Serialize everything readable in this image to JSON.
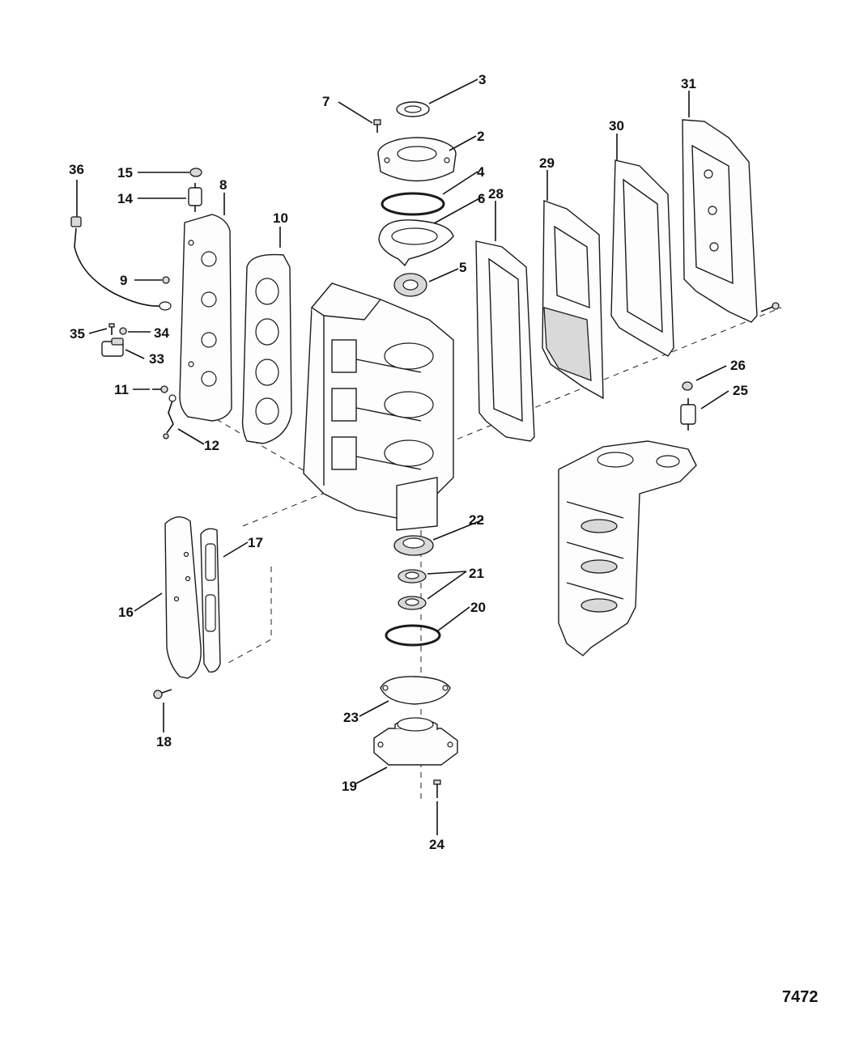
{
  "diagram": {
    "reference_number": "7472",
    "callouts": [
      "2",
      "3",
      "4",
      "5",
      "6",
      "7",
      "8",
      "9",
      "10",
      "11",
      "12",
      "14",
      "15",
      "16",
      "17",
      "18",
      "19",
      "20",
      "21",
      "22",
      "23",
      "24",
      "25",
      "26",
      "28",
      "29",
      "30",
      "31",
      "33",
      "34",
      "35",
      "36"
    ]
  }
}
